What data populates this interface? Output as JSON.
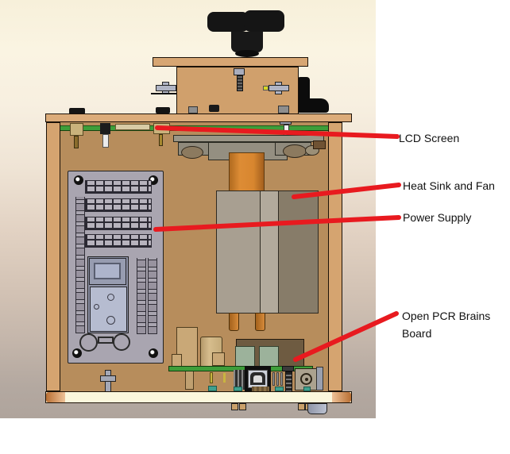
{
  "annotations": {
    "lcd": {
      "label": "LCD Screen"
    },
    "heatsink": {
      "label": "Heat Sink and Fan"
    },
    "power": {
      "label": "Power Supply"
    },
    "brains": {
      "label": "Open PCR Brains Board"
    }
  },
  "colors": {
    "leader_line": "#e81a1f",
    "label_text": "#111111",
    "enclosure_wood": "#d5a470",
    "interior_wood": "#b78d5c",
    "pcb_green": "#3e9e3a",
    "power_supply_gray": "#a9a5b0",
    "heatsink_gray": "#a89f91",
    "heatsink_dark": "#877c69",
    "peltier_orange": "#d2822f",
    "base_cream": "#fbf7dc",
    "knob_black": "#151515",
    "background_cream": "#f7f0da",
    "table_gray": "#b3a8a0"
  }
}
